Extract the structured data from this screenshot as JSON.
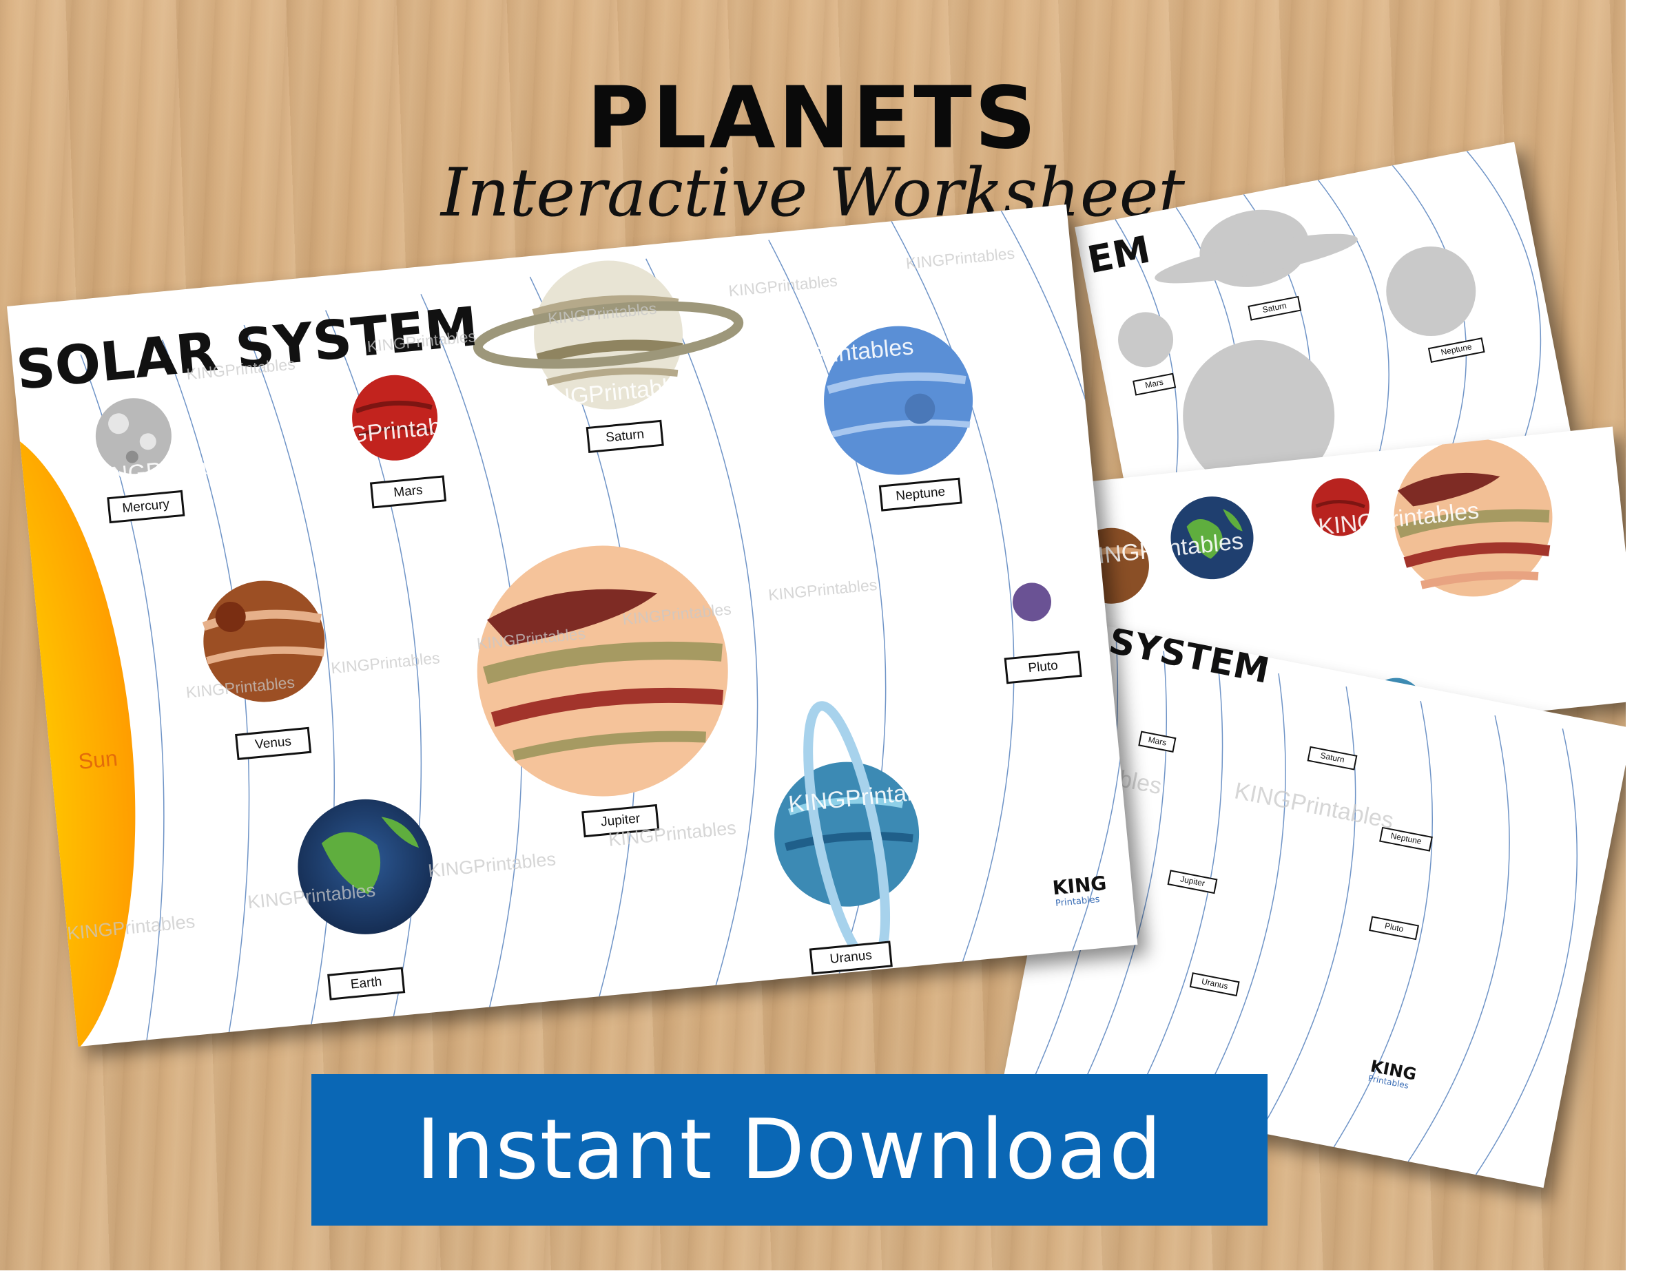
{
  "header": {
    "title": "PLANETS",
    "subtitle": "Interactive Worksheet"
  },
  "main_sheet": {
    "heading": "SOLAR SYSTEM",
    "sun_label": "Sun",
    "labels": {
      "mercury": "Mercury",
      "venus": "Venus",
      "earth": "Earth",
      "mars": "Mars",
      "jupiter": "Jupiter",
      "saturn": "Saturn",
      "uranus": "Uranus",
      "neptune": "Neptune",
      "pluto": "Pluto"
    },
    "logo": {
      "line1": "KING",
      "line2": "Printables"
    }
  },
  "back_sheet": {
    "heading_fragment": "EM",
    "labels": {
      "saturn": "Saturn",
      "neptune": "Neptune",
      "mars": "Mars"
    }
  },
  "front_sheet": {
    "heading_fragment": "SYSTEM",
    "labels": {
      "mars": "Mars",
      "saturn": "Saturn",
      "neptune": "Neptune",
      "jupiter": "Jupiter",
      "pluto": "Pluto",
      "uranus": "Uranus"
    },
    "logo": {
      "line1": "KING",
      "line2": "Printables"
    }
  },
  "watermark": "KINGPrintables",
  "watermark_partial": "KIN",
  "download_button": {
    "label": "Instant Download"
  },
  "colors": {
    "wood": "#d4aa7a",
    "button": "#0a67b5",
    "orbit": "#4a7fc1",
    "sun": "#ffb300"
  }
}
